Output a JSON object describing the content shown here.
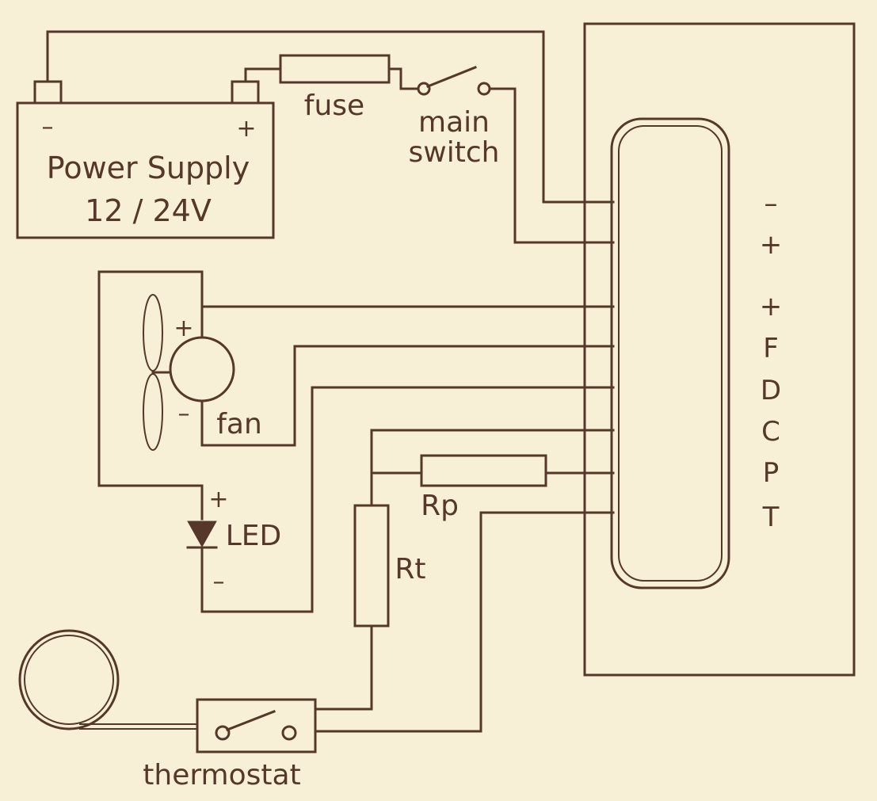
{
  "power_supply": {
    "minus": "–",
    "plus": "+",
    "title": "Power Supply",
    "voltage": "12 / 24V"
  },
  "fuse": {
    "label": "fuse"
  },
  "main_switch": {
    "label_line1": "main",
    "label_line2": "switch"
  },
  "fan": {
    "plus": "+",
    "minus": "–",
    "label": "fan"
  },
  "led": {
    "plus": "+",
    "minus": "–",
    "label": "LED"
  },
  "rp": {
    "label": "Rp"
  },
  "rt": {
    "label": "Rt"
  },
  "thermostat": {
    "label": "thermostat"
  },
  "controller": {
    "terminals": [
      "–",
      "+",
      "+",
      "F",
      "D",
      "C",
      "P",
      "T"
    ]
  }
}
